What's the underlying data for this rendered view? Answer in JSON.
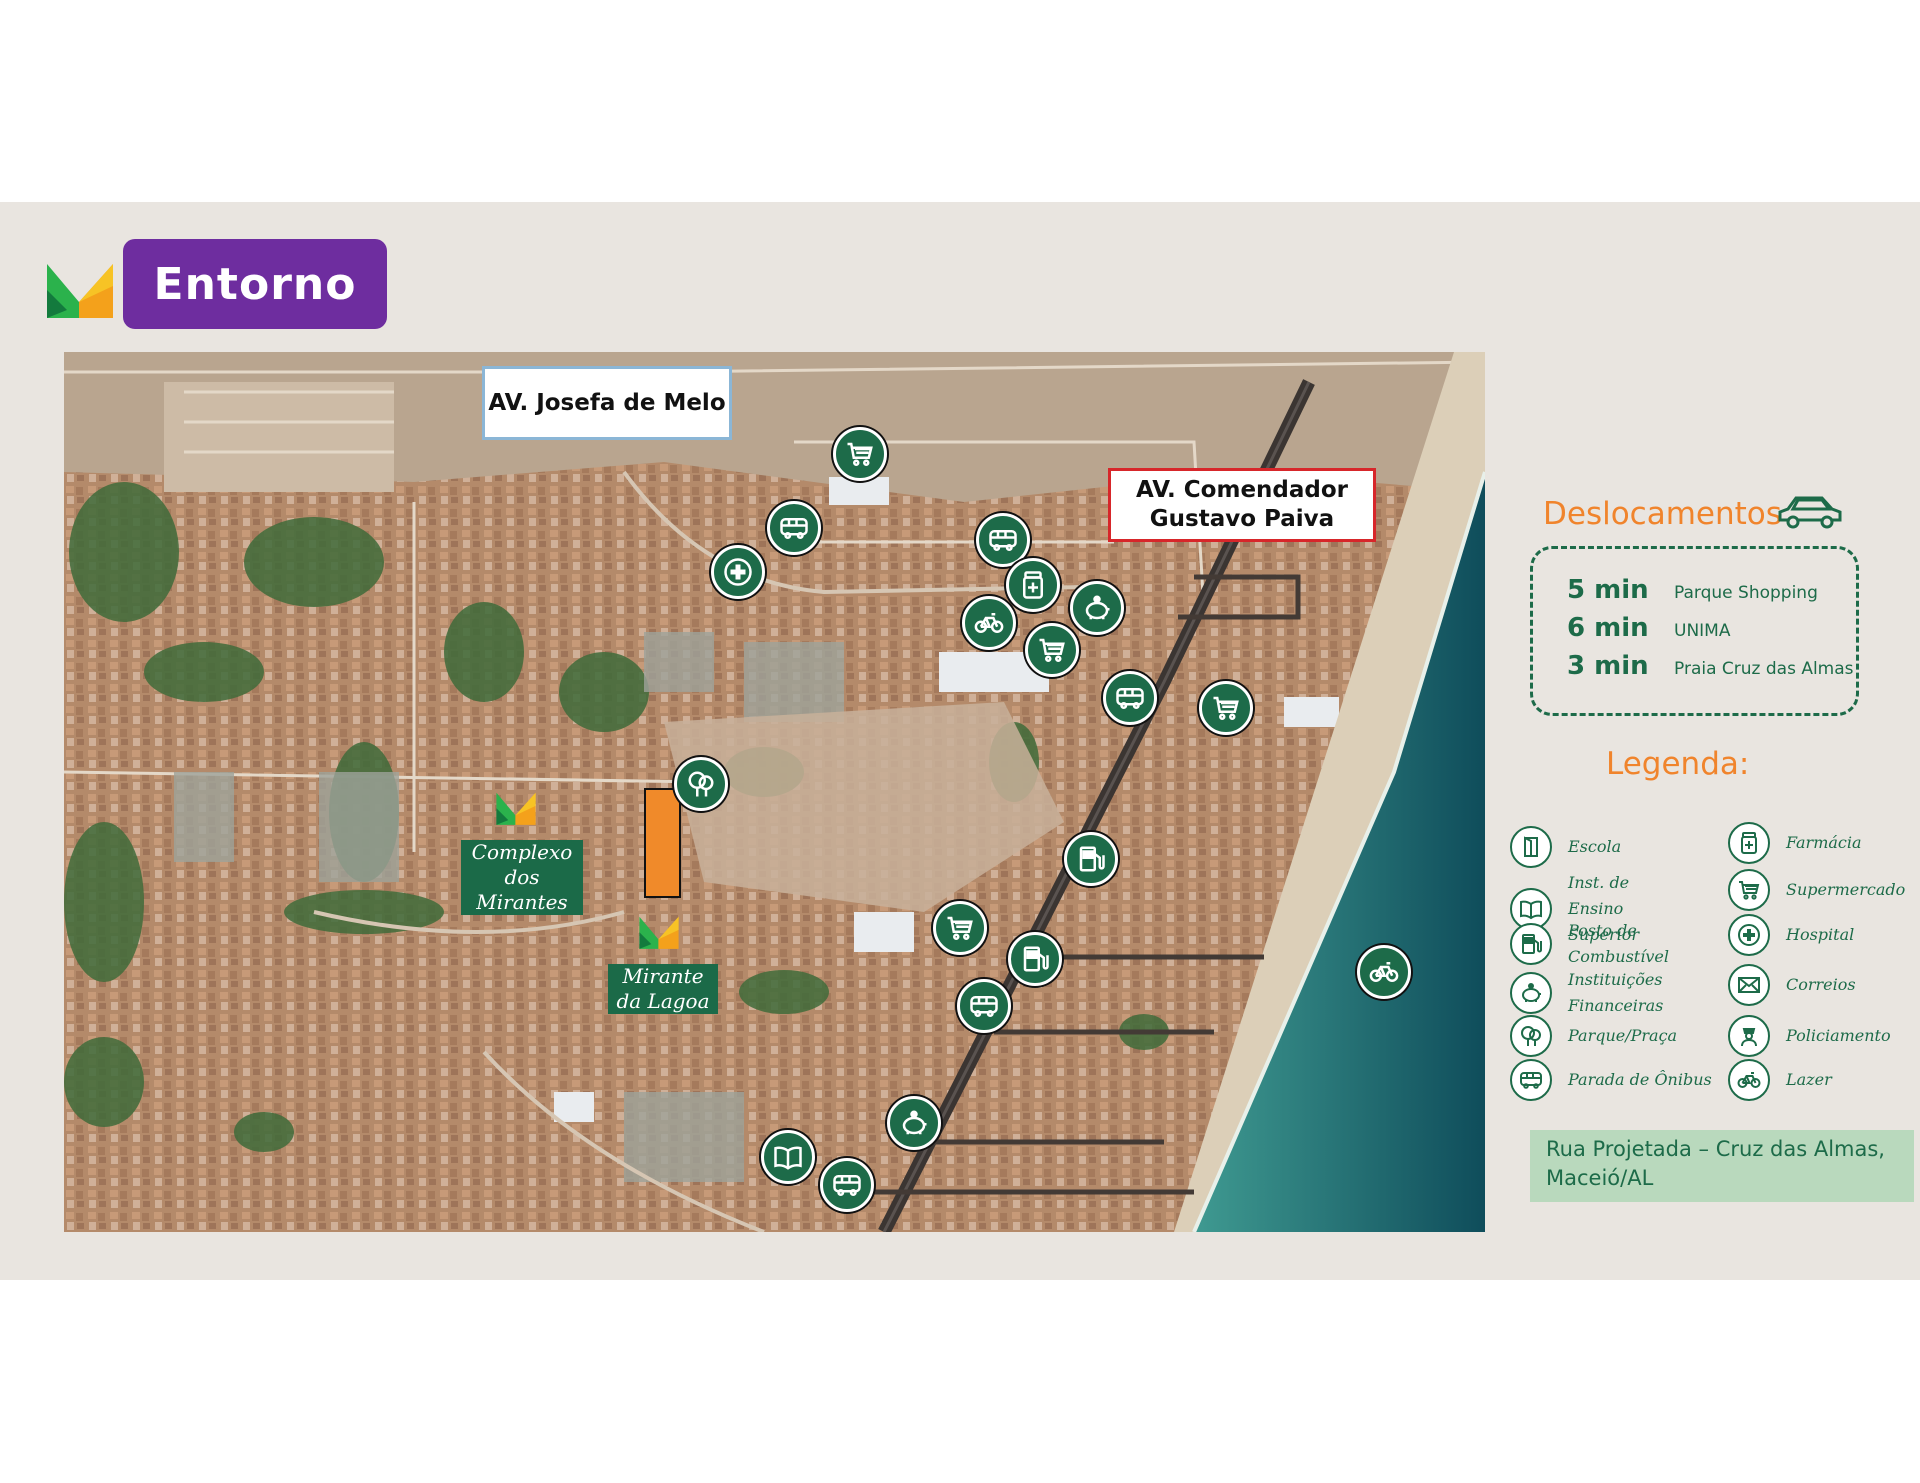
{
  "header": {
    "title": "Entorno"
  },
  "map": {
    "street_labels": {
      "josefa": "AV. Josefa de Melo",
      "comendador": "AV. Comendador Gustavo Paiva"
    },
    "projects": {
      "complexo": "Complexo dos Mirantes",
      "mirante": "Mirante da Lagoa"
    },
    "poi_icons": [
      "supermarket-icon",
      "bus-icon",
      "hospital-icon",
      "bus-icon",
      "pharmacy-icon",
      "bank-icon",
      "bicycle-icon",
      "supermarket-icon",
      "bus-icon",
      "supermarket-icon",
      "park-icon",
      "fuel-icon",
      "supermarket-icon",
      "fuel-icon",
      "bus-icon",
      "bank-icon",
      "book-icon",
      "bus-icon",
      "bicycle-icon"
    ]
  },
  "deslocamentos": {
    "title": "Deslocamentos",
    "items": [
      {
        "time": "5 min",
        "place": "Parque Shopping"
      },
      {
        "time": "6 min",
        "place": "UNIMA"
      },
      {
        "time": "3 min",
        "place": "Praia Cruz das Almas"
      }
    ]
  },
  "legenda": {
    "title": "Legenda:",
    "items": [
      {
        "label": "Escola",
        "icon": "school-icon"
      },
      {
        "label": "Farmácia",
        "icon": "pharmacy-icon"
      },
      {
        "label": "Inst. de Ensino Superior",
        "icon": "book-icon"
      },
      {
        "label": "Supermercado",
        "icon": "supermarket-icon"
      },
      {
        "label": "Posto de Combustível",
        "icon": "fuel-icon"
      },
      {
        "label": "Hospital",
        "icon": "hospital-icon"
      },
      {
        "label": "Instituições Financeiras",
        "icon": "bank-icon"
      },
      {
        "label": "Correios",
        "icon": "mail-icon"
      },
      {
        "label": "Parque/Praça",
        "icon": "park-icon"
      },
      {
        "label": "Policiamento",
        "icon": "police-icon"
      },
      {
        "label": "Parada de Ônibus",
        "icon": "bus-icon"
      },
      {
        "label": "Lazer",
        "icon": "bicycle-icon"
      }
    ]
  },
  "address": "Rua Projetada – Cruz das Almas, Maceió/AL",
  "colors": {
    "brand_purple": "#6e2d9f",
    "brand_green": "#1d6b49",
    "accent_orange": "#f0842c",
    "sea": "#1f6f74"
  }
}
